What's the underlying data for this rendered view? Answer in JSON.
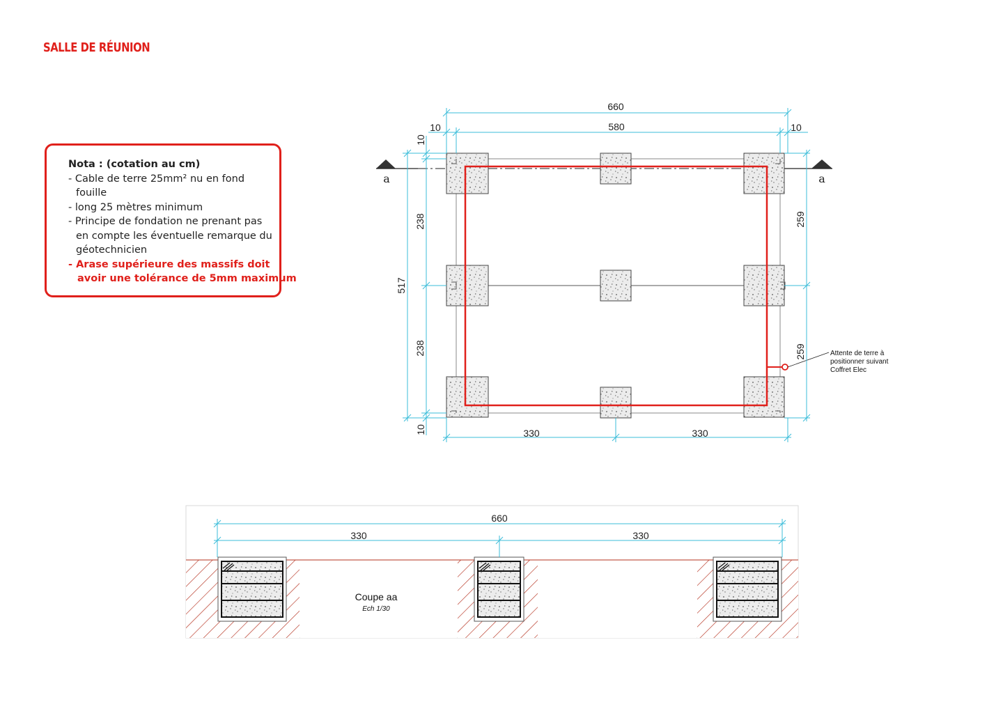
{
  "header": {
    "title": "SALLE DE RÉUNION"
  },
  "nota": {
    "title": "Nota : (cotation au cm)",
    "lines": [
      "- Cable de terre 25mm² nu en fond",
      "  fouille",
      "- long 25 mètres minimum",
      "- Principe de fondation ne prenant pas",
      "  en compte les éventuelle remarque du",
      "  géotechnicien"
    ],
    "warning_lines": [
      "- Arase supérieure des massifs doit",
      "  avoir une tolérance de 5mm maximum"
    ]
  },
  "plan": {
    "dims": {
      "total_width": "660",
      "inner_width": "580",
      "left_margin": "10",
      "right_margin": "10",
      "top_margin": "10",
      "bottom_margin": "10",
      "left_upper": "238",
      "left_lower": "238",
      "total_height": "517",
      "right_upper": "259",
      "right_lower": "259",
      "bottom_left": "330",
      "bottom_right": "330"
    },
    "section_marker_left": "a",
    "section_marker_right": "a",
    "annotation": [
      "Attente de terre à",
      "positionner suivant",
      "Coffret Elec"
    ]
  },
  "section": {
    "total_width": "660",
    "left_span": "330",
    "right_span": "330",
    "title": "Coupe aa",
    "scale": "Ech 1/30"
  },
  "colors": {
    "accent": "#e0201b",
    "dimension": "#3bbcd9",
    "hatch": "#b5311e"
  }
}
